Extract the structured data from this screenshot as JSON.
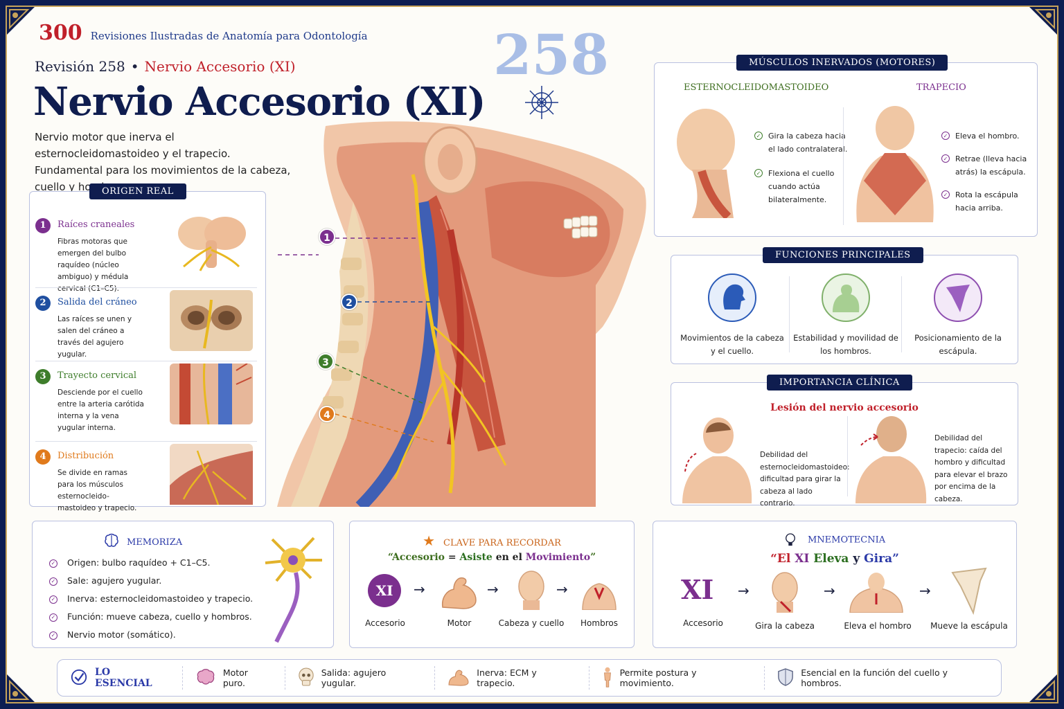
{
  "header": {
    "series_number": "300",
    "series_title": "Revisiones Ilustradas de Anatomía para Odontología",
    "revision": "Revisión 258",
    "bullet": "•",
    "revision_topic": "Nervio Accesorio (XI)",
    "title": "Nervio Accesorio (XI)",
    "intro": "Nervio motor que inerva el esternocleidomastoideo y el trapecio. Fundamental para los movimientos de la cabeza, cuello y hombros.",
    "big_number": "258"
  },
  "origin": {
    "banner": "ORIGEN REAL",
    "steps": [
      {
        "num": "1",
        "title": "Raíces craneales",
        "text": "Fibras motoras que emergen del bulbo raquídeo (núcleo ambiguo) y médula cervical (C1–C5).",
        "color": "#7b2f8e"
      },
      {
        "num": "2",
        "title": "Salida del cráneo",
        "text": "Las raíces se unen y salen del cráneo a través del agujero yugular.",
        "color": "#1f4fa0"
      },
      {
        "num": "3",
        "title": "Trayecto cervical",
        "text": "Desciende por el cuello entre la arteria carótida interna y la vena yugular interna.",
        "color": "#3e7d2b"
      },
      {
        "num": "4",
        "title": "Distribución",
        "text": "Se divide en ramas para los músculos esternocleido-mastoideo y trapecio.",
        "color": "#e07a1c"
      }
    ]
  },
  "muscles": {
    "banner": "MÚSCULOS INERVADOS (MOTORES)",
    "left_title": "ESTERNOCLEIDOMASTOIDEO",
    "left_items": [
      "Gira la cabeza hacia el lado contralateral.",
      "Flexiona el cuello cuando actúa bilateralmente."
    ],
    "right_title": "TRAPECIO",
    "right_items": [
      "Eleva el hombro.",
      "Retrae (lleva hacia atrás) la escápula.",
      "Rota la escápula hacia arriba."
    ]
  },
  "functions": {
    "banner": "FUNCIONES PRINCIPALES",
    "items": [
      "Movimientos de la cabeza y el cuello.",
      "Estabilidad y movilidad de los hombros.",
      "Posicionamiento de la escápula."
    ]
  },
  "clinical": {
    "banner": "IMPORTANCIA CLÍNICA",
    "subtitle": "Lesión del nervio accesorio",
    "left_text": "Debilidad del esternocleidomastoideo: dificultad para girar la cabeza al lado contrario.",
    "right_text": "Debilidad del trapecio: caída del hombro y dificultad para elevar el brazo por encima de la cabeza."
  },
  "memorize": {
    "title": "MEMORIZA",
    "items": [
      "Origen: bulbo raquídeo + C1–C5.",
      "Sale: agujero yugular.",
      "Inerva: esternocleidomastoideo y trapecio.",
      "Función: mueve cabeza, cuello y hombros.",
      "Nervio motor (somático)."
    ]
  },
  "key": {
    "title": "CLAVE PARA RECORDAR",
    "quote_open": "“",
    "quote_a": "Accesorio",
    "quote_eq": "=",
    "quote_b": "Asiste",
    "quote_en": "en el",
    "quote_c": "Movimiento",
    "quote_close": "”",
    "badge": "XI",
    "steps": [
      "Accesorio",
      "Motor",
      "Cabeza y cuello",
      "Hombros"
    ],
    "arrow": "→"
  },
  "mnemonic": {
    "title": "MNEMOTECNIA",
    "quote_open": "“El",
    "quote_xi": "XI",
    "quote_eleva": "Eleva",
    "quote_y": "y",
    "quote_gira": "Gira”",
    "big": "XI",
    "steps": [
      "Accesorio",
      "Gira la cabeza",
      "Eleva el hombro",
      "Mueve la escápula"
    ]
  },
  "essentials": {
    "label": "LO ESENCIAL",
    "items": [
      "Motor puro.",
      "Salida: agujero yugular.",
      "Inerva: ECM y trapecio.",
      "Permite postura y movimiento.",
      "Esencial en la función del cuello y hombros."
    ]
  },
  "anatomy_markers": [
    "1",
    "2",
    "3",
    "4"
  ],
  "colors": {
    "navy": "#0f1d4f",
    "red": "#c0202a",
    "purple": "#7b2f8e",
    "blue": "#1f4fa0",
    "green": "#3e7d2b",
    "orange": "#e07a1c",
    "gold": "#c7a35a"
  }
}
